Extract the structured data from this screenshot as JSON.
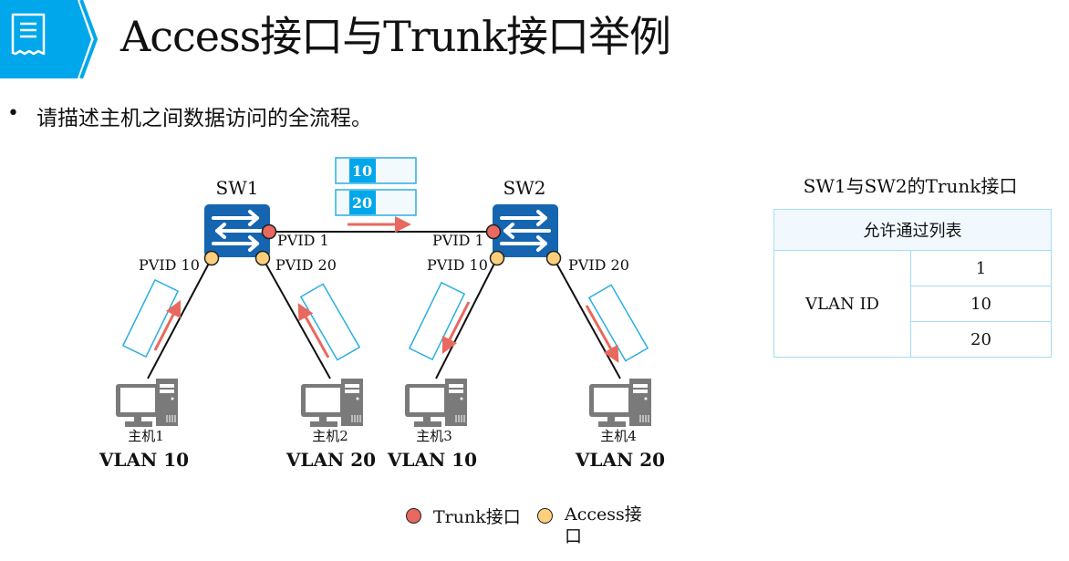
{
  "header": {
    "icon": "document-list-icon",
    "title": "Access接口与Trunk接口举例",
    "accent_color": "#00a7ea"
  },
  "bullet": {
    "symbol": "•",
    "text": "请描述主机之间数据访问的全流程。"
  },
  "diagram": {
    "switches": [
      {
        "name": "SW1",
        "trunk_port_label": "PVID 1",
        "access_ports": [
          "PVID 10",
          "PVID 20"
        ]
      },
      {
        "name": "SW2",
        "trunk_port_label": "PVID 1",
        "access_ports": [
          "PVID 10",
          "PVID 20"
        ]
      }
    ],
    "frame_tags": [
      "10",
      "20"
    ],
    "hosts": [
      {
        "name": "主机1",
        "vlan": "VLAN 10"
      },
      {
        "name": "主机2",
        "vlan": "VLAN 20"
      },
      {
        "name": "主机3",
        "vlan": "VLAN 10"
      },
      {
        "name": "主机4",
        "vlan": "VLAN 20"
      }
    ],
    "colors": {
      "switch": "#1565b0",
      "trunk_port": "#e8695f",
      "access_port": "#fdcf7c",
      "frame_border": "#2aaee3",
      "arrow": "#e8695f",
      "host": "#7a7a7a"
    }
  },
  "trunk_table": {
    "title": "SW1与SW2的Trunk接口",
    "header": "允许通过列表",
    "row_label": "VLAN ID",
    "values": [
      "1",
      "10",
      "20"
    ]
  },
  "legend": {
    "items": [
      {
        "label": "Trunk接口",
        "color": "#e8695f"
      },
      {
        "label": "Access接口",
        "color": "#fdcf7c"
      }
    ]
  }
}
